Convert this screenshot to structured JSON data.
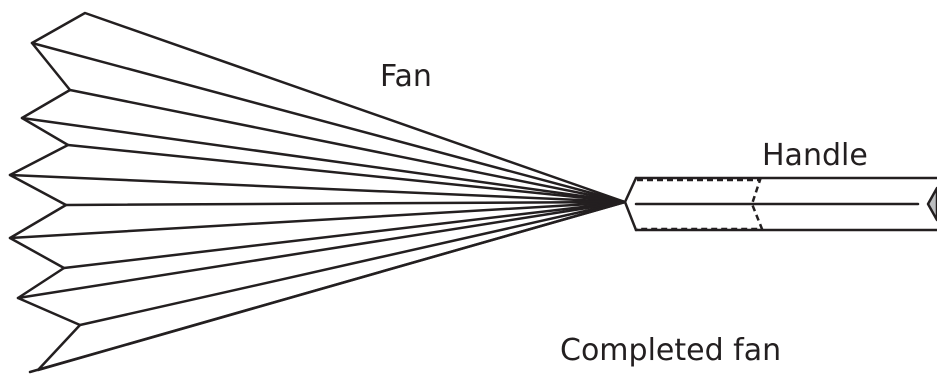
{
  "labels": {
    "fan": "Fan",
    "handle": "Handle",
    "caption": "Completed fan"
  },
  "colors": {
    "stroke": "#231f20",
    "handle_end_fill": "#bcbec0",
    "background": "#ffffff"
  }
}
